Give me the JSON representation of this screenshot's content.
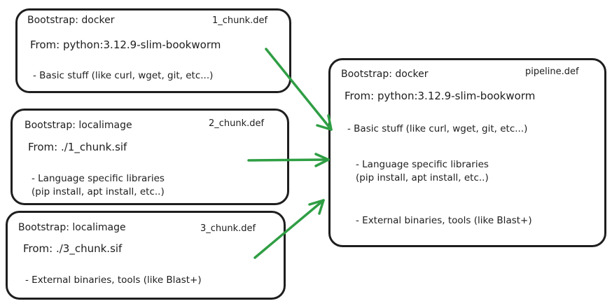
{
  "chunk1": {
    "filename": "1_chunk.def",
    "bootstrap": "Bootstrap: docker",
    "from": "From: python:3.12.9-slim-bookworm",
    "items": [
      "- Basic stuff (like curl, wget, git, etc...)"
    ]
  },
  "chunk2": {
    "filename": "2_chunk.def",
    "bootstrap": "Bootstrap: localimage",
    "from": "From: ./1_chunk.sif",
    "items": [
      "- Language specific libraries",
      "(pip install, apt install, etc..)"
    ]
  },
  "chunk3": {
    "filename": "3_chunk.def",
    "bootstrap": "Bootstrap: localimage",
    "from": "From: ./3_chunk.sif",
    "items": [
      "- External binaries, tools (like Blast+)"
    ]
  },
  "pipeline": {
    "filename": "pipeline.def",
    "bootstrap": "Bootstrap: docker",
    "from": "From: python:3.12.9-slim-bookworm",
    "items": [
      "- Basic stuff (like curl, wget, git, etc...)",
      "- Language specific libraries",
      "(pip install, apt install, etc..)",
      "- External binaries, tools (like Blast+)"
    ]
  },
  "colors": {
    "stroke": "#1e1e1e",
    "arrow": "#2f9e44"
  }
}
